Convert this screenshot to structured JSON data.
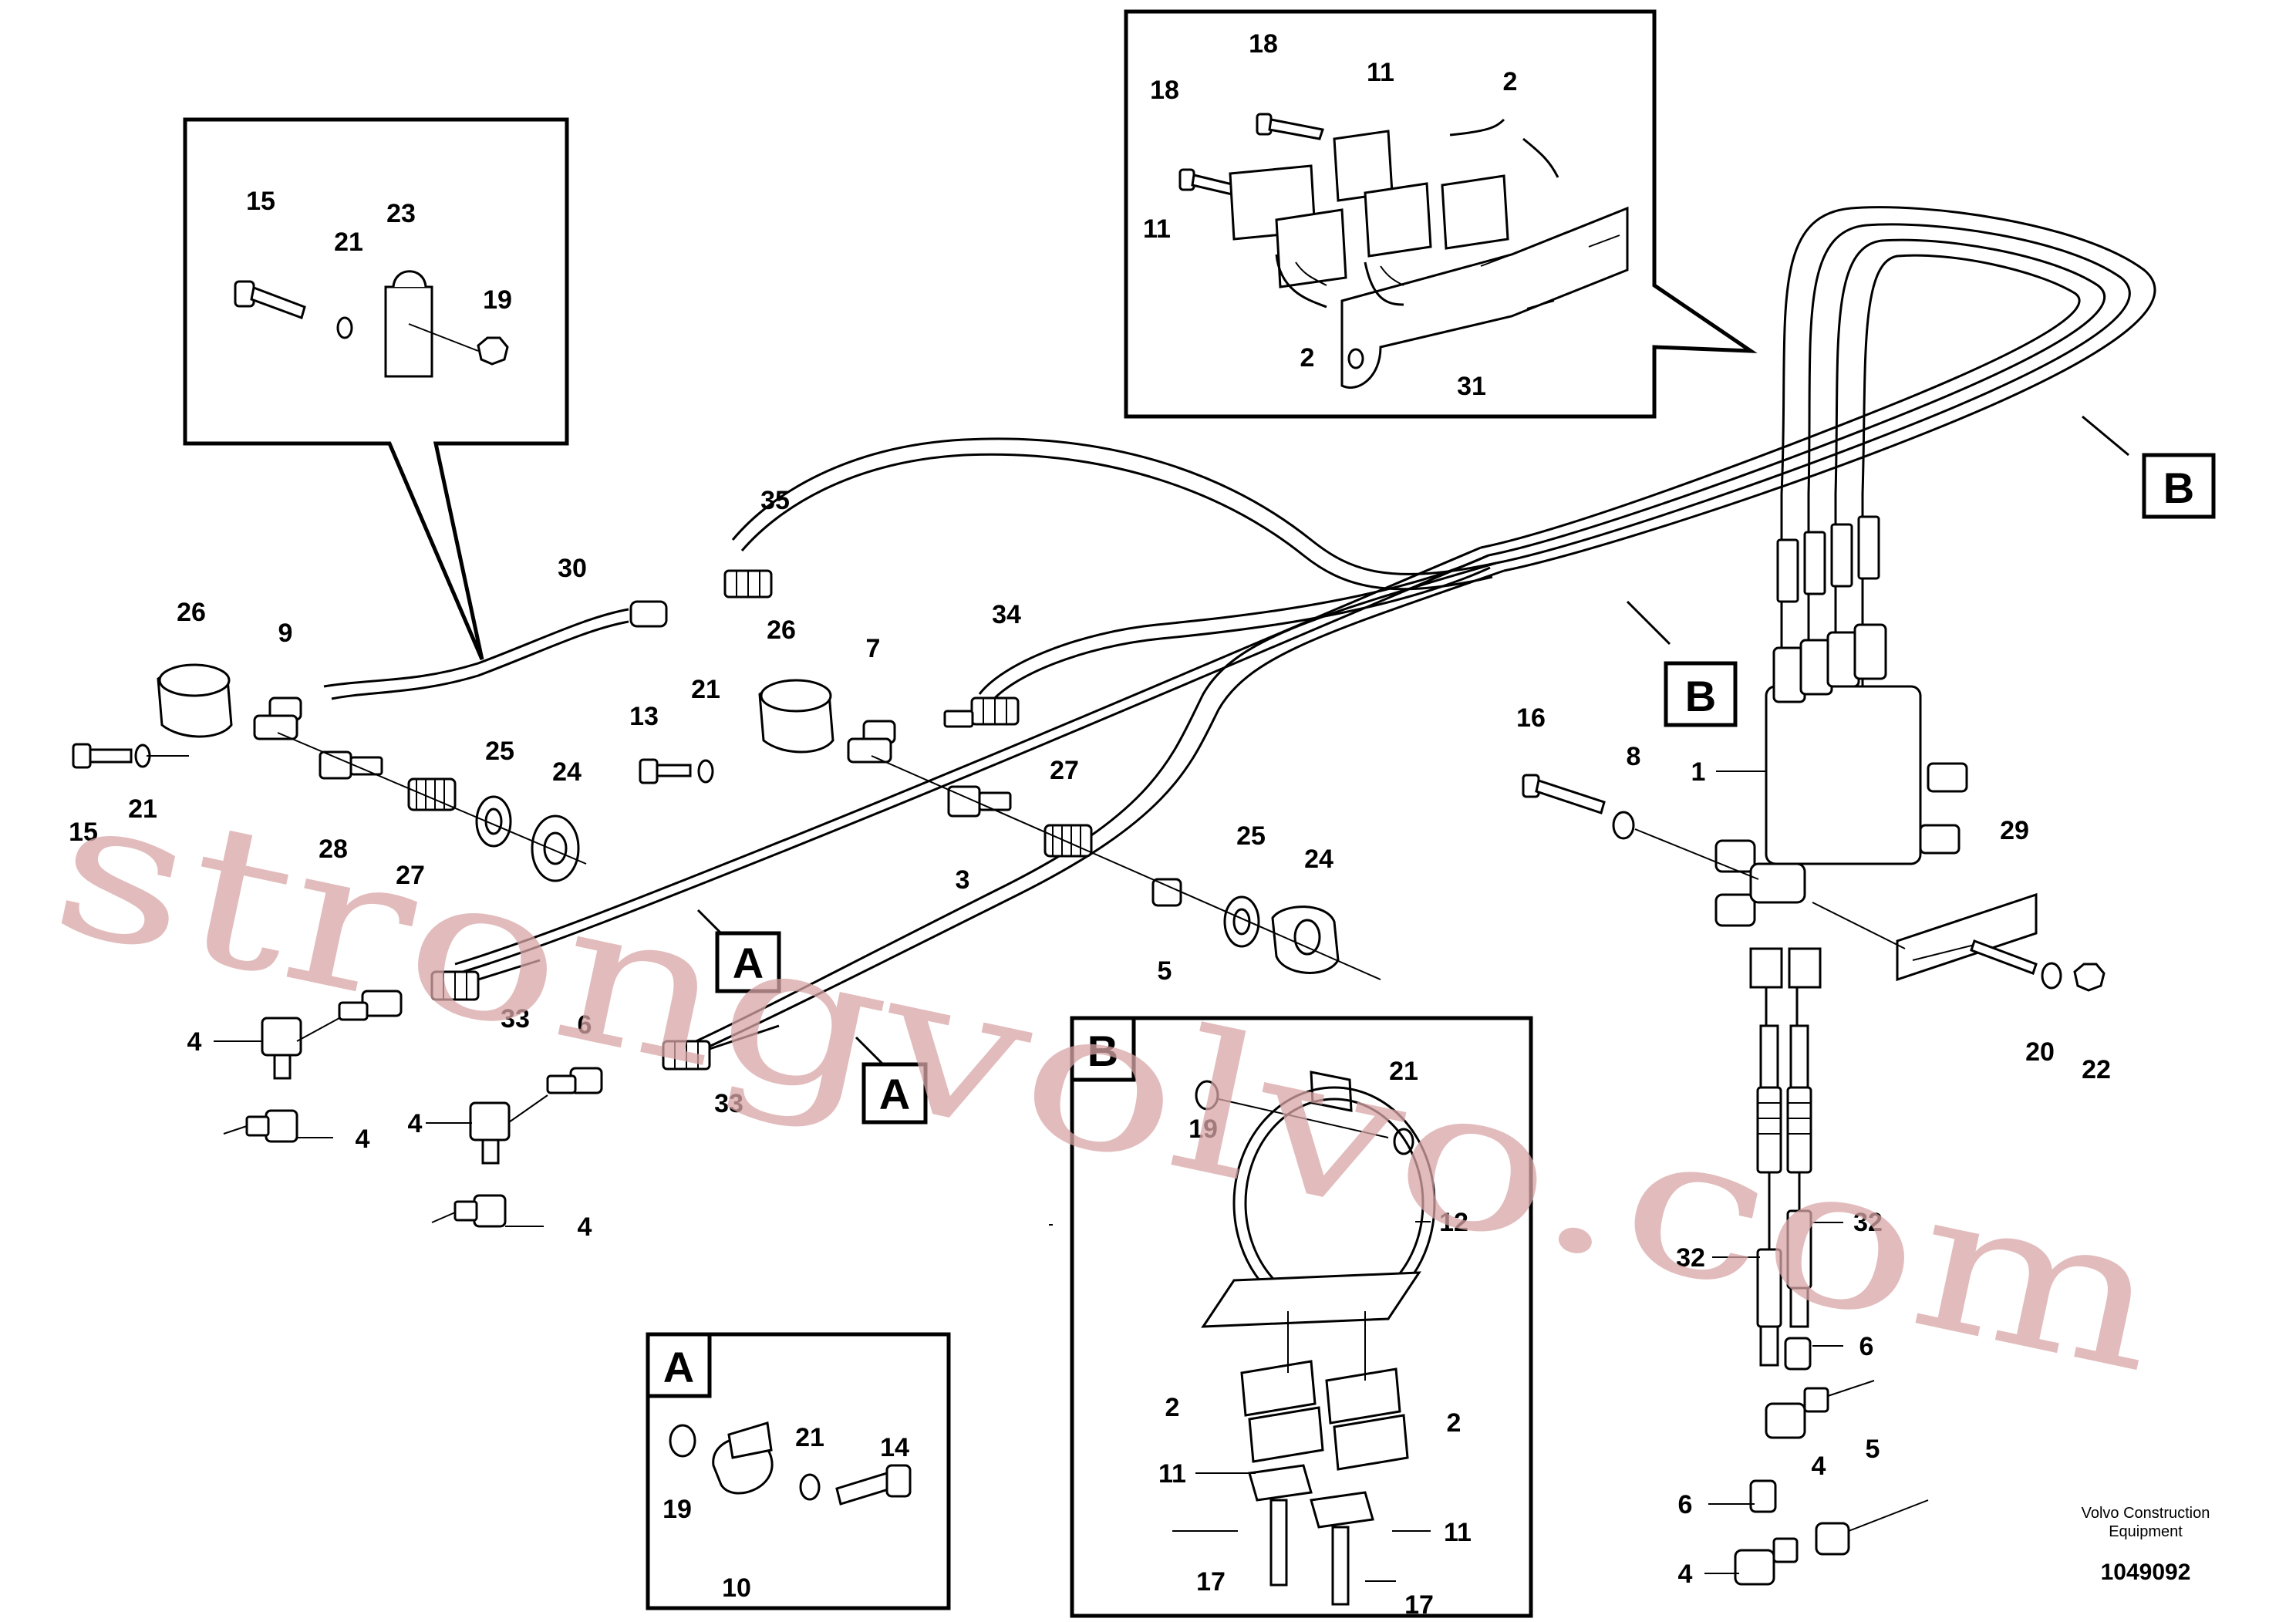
{
  "callouts": {
    "c1": "1",
    "c2": "2",
    "c3": "3",
    "c4": "4",
    "c5": "5",
    "c6": "6",
    "c7": "7",
    "c8": "8",
    "c9": "9",
    "c10": "10",
    "c11": "11",
    "c12": "12",
    "c13": "13",
    "c14": "14",
    "c15": "15",
    "c16": "16",
    "c17": "17",
    "c18": "18",
    "c19": "19",
    "c20": "20",
    "c21": "21",
    "c22": "22",
    "c23": "23",
    "c24": "24",
    "c25": "25",
    "c26": "26",
    "c27": "27",
    "c28": "28",
    "c29": "29",
    "c30": "30",
    "c31": "31",
    "c32": "32",
    "c33": "33",
    "c34": "34",
    "c35": "35"
  },
  "tags": {
    "a": "A",
    "b": "B"
  },
  "footer": {
    "brand_line1": "Volvo Construction",
    "brand_line2": "Equipment",
    "doc_number": "1049092"
  },
  "watermark": "strongvolvo.com"
}
